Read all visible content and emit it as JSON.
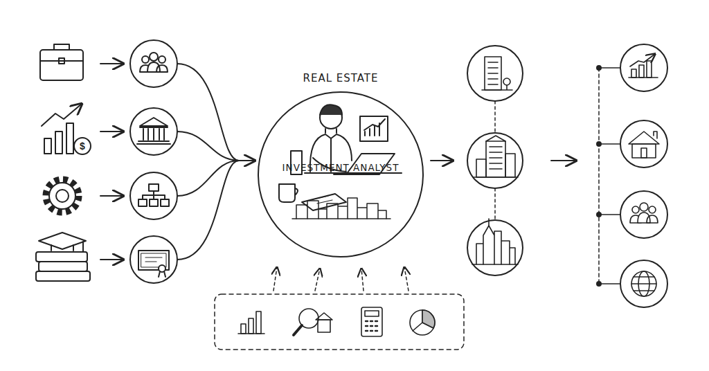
{
  "diagram": {
    "nodes": [
      {
        "text": [
          "REAL ESTATE",
          "INVESTMENT ANALYST"
        ]
      }
    ],
    "labels": [
      "$"
    ]
  }
}
